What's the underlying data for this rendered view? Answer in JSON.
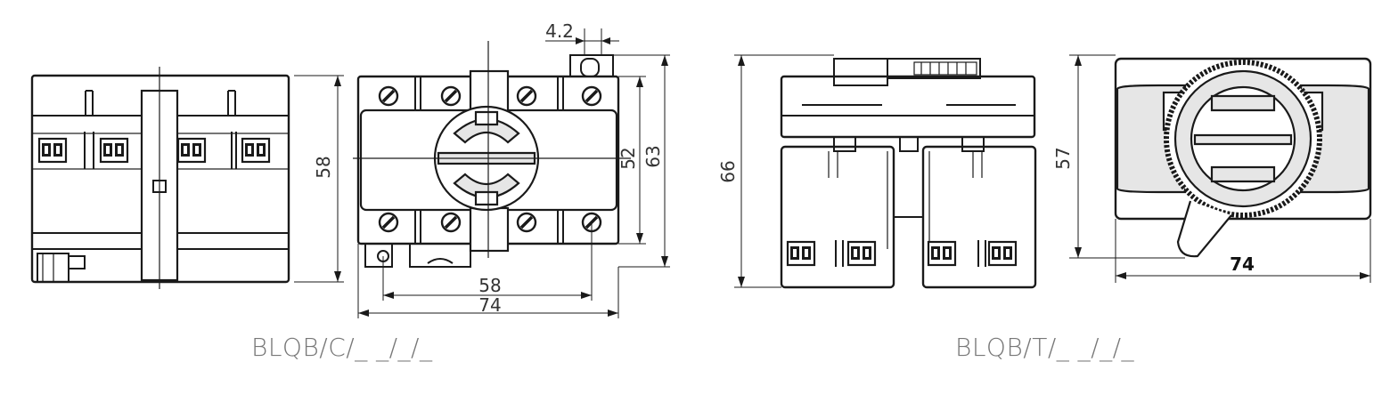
{
  "captions": {
    "left": "BLQB/C/_ _/_/_",
    "right": "BLQB/T/_ _/_/_"
  },
  "dimensions": {
    "c_height": "58",
    "c_front_inner_height": "52",
    "c_front_outer_height": "63",
    "c_top_offset": "4.2",
    "c_mount_width": "58",
    "c_overall_width": "74",
    "t_side_height": "66",
    "t_front_height": "57",
    "t_front_width": "74"
  }
}
